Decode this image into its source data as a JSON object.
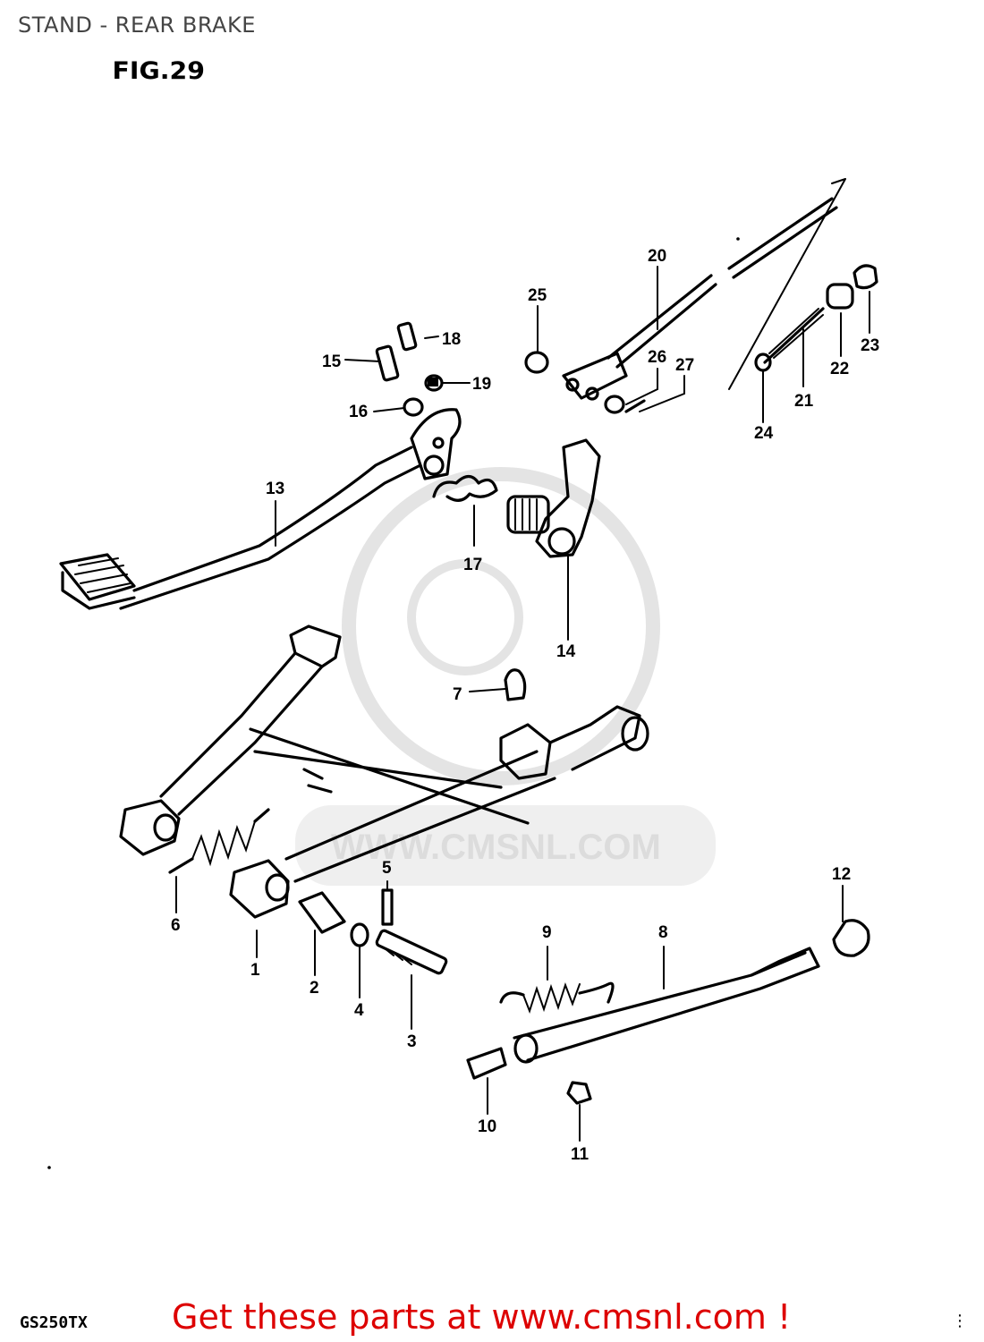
{
  "header": {
    "title": "STAND - REAR BRAKE",
    "figure_label": "FIG.29"
  },
  "watermark": {
    "text": "WWW.CMSNL.COM",
    "color": "#dcdcdc"
  },
  "callouts": [
    {
      "id": "1",
      "text": "1"
    },
    {
      "id": "2",
      "text": "2"
    },
    {
      "id": "3",
      "text": "3"
    },
    {
      "id": "4",
      "text": "4"
    },
    {
      "id": "5",
      "text": "5"
    },
    {
      "id": "6",
      "text": "6"
    },
    {
      "id": "7",
      "text": "7"
    },
    {
      "id": "8",
      "text": "8"
    },
    {
      "id": "9",
      "text": "9"
    },
    {
      "id": "10",
      "text": "10"
    },
    {
      "id": "11",
      "text": "11"
    },
    {
      "id": "12",
      "text": "12"
    },
    {
      "id": "13",
      "text": "13"
    },
    {
      "id": "14",
      "text": "14"
    },
    {
      "id": "15",
      "text": "15"
    },
    {
      "id": "16",
      "text": "16"
    },
    {
      "id": "17",
      "text": "17"
    },
    {
      "id": "18",
      "text": "18"
    },
    {
      "id": "19",
      "text": "19"
    },
    {
      "id": "20",
      "text": "20"
    },
    {
      "id": "21",
      "text": "21"
    },
    {
      "id": "22",
      "text": "22"
    },
    {
      "id": "23",
      "text": "23"
    },
    {
      "id": "24",
      "text": "24"
    },
    {
      "id": "25",
      "text": "25"
    },
    {
      "id": "26",
      "text": "26"
    },
    {
      "id": "27",
      "text": "27"
    }
  ],
  "footer": {
    "model_code": "GS250TX",
    "cta_text": "Get these parts at www.cmsnl.com !",
    "cta_color": "#dd0000"
  }
}
